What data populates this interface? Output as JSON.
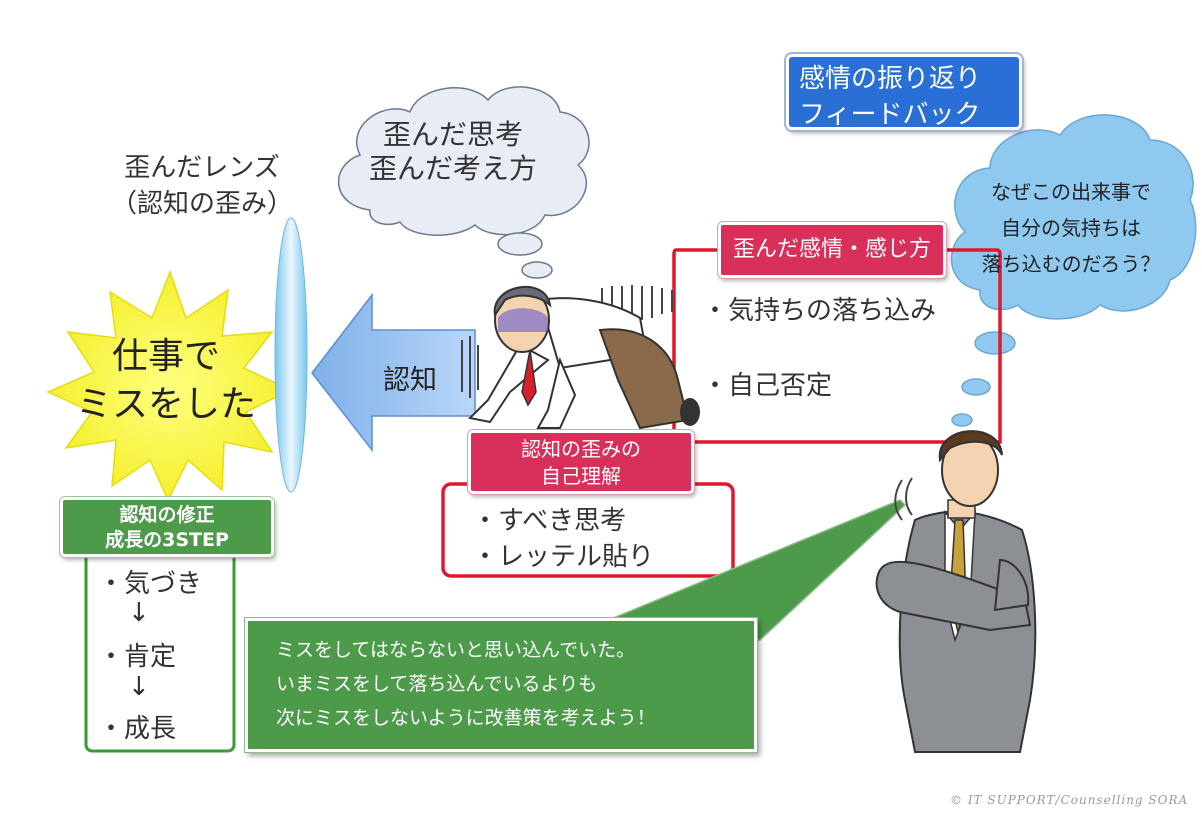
{
  "lens": {
    "label_line1": "歪んだレンズ",
    "label_line2": "（認知の歪み）"
  },
  "thought_cloud": {
    "line1": "歪んだ思考",
    "line2": "歪んだ考え方"
  },
  "burst": {
    "line1": "仕事で",
    "line2": "ミスをした"
  },
  "arrow_label": "認知",
  "emotion_feedback_tag": {
    "line1": "感情の振り返り",
    "line2": "フィードバック"
  },
  "question_cloud": {
    "line1": "なぜこの出来事で",
    "line2": "自分の気持ちは",
    "line3": "落ち込むのだろう？"
  },
  "emotion_tag": "歪んだ感情・感じ方",
  "emotion_items": [
    "・気持ちの落ち込み",
    "・自己否定"
  ],
  "cognition_tag": {
    "line1": "認知の歪みの",
    "line2": "自己理解"
  },
  "cognition_items": [
    "・すべき思考",
    "・レッテル貼り"
  ],
  "correction_tag": {
    "line1": "認知の修正",
    "line2": "成長の3STEP"
  },
  "steps": {
    "step1": "・気づき",
    "arrow1": "↓",
    "step2": "・肯定",
    "arrow2": "↓",
    "step3": "・成長"
  },
  "feedback": {
    "line1": "ミスをしてはならないと思い込んでいた。",
    "line2": "いまミスをして落ち込んでいるよりも",
    "line3": "次にミスをしないように改善策を考えよう！"
  },
  "copyright": "©  IT SUPPORT/Counselling  SORA",
  "colors": {
    "blue_tag": "#2a6fd6",
    "pink_tag": "#d8305a",
    "green": "#4d9a4b",
    "red_frame": "#e0182c",
    "burst_fill": "#f6f23a",
    "cloud_fill": "#e9eef7",
    "cloud_blue": "#8fc9f0"
  }
}
